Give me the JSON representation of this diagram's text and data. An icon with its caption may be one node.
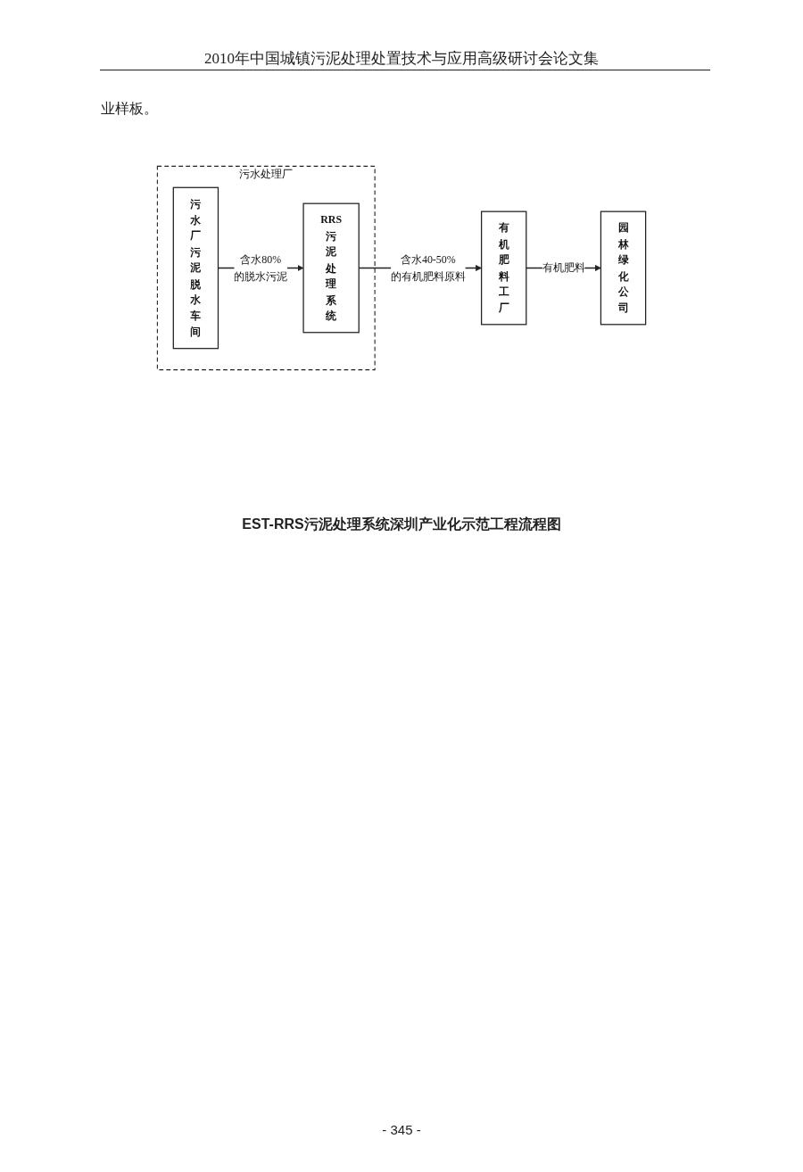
{
  "diagram": {
    "caption": "EST-RRS污泥处理系统深圳产业化示范工程流程图",
    "nodes": [
      {
        "text": [
          "污水处理厂"
        ]
      },
      {
        "text": [
          "污水厂污泥脱水车间"
        ],
        "in": 0
      },
      {
        "text": [
          "RRS污泥处理系统"
        ],
        "in": 0
      },
      {
        "text": [
          "有机肥料工厂"
        ]
      },
      {
        "text": [
          "园林绿化公司"
        ]
      }
    ],
    "edges": [
      {
        "from": 1,
        "to": 2,
        "arrow": "to",
        "label": "含水80% 的脱水污泥"
      },
      {
        "from": 2,
        "to": 3,
        "arrow": "to",
        "label": "含水40-50% 的有机肥料原料"
      },
      {
        "from": 3,
        "to": 4,
        "arrow": "to",
        "label": "有机肥料"
      }
    ],
    "labels": [
      "2010年中国城镇污泥处理处置技术与应用高级研讨会论文集",
      "业样板。",
      "- 345 -"
    ]
  }
}
